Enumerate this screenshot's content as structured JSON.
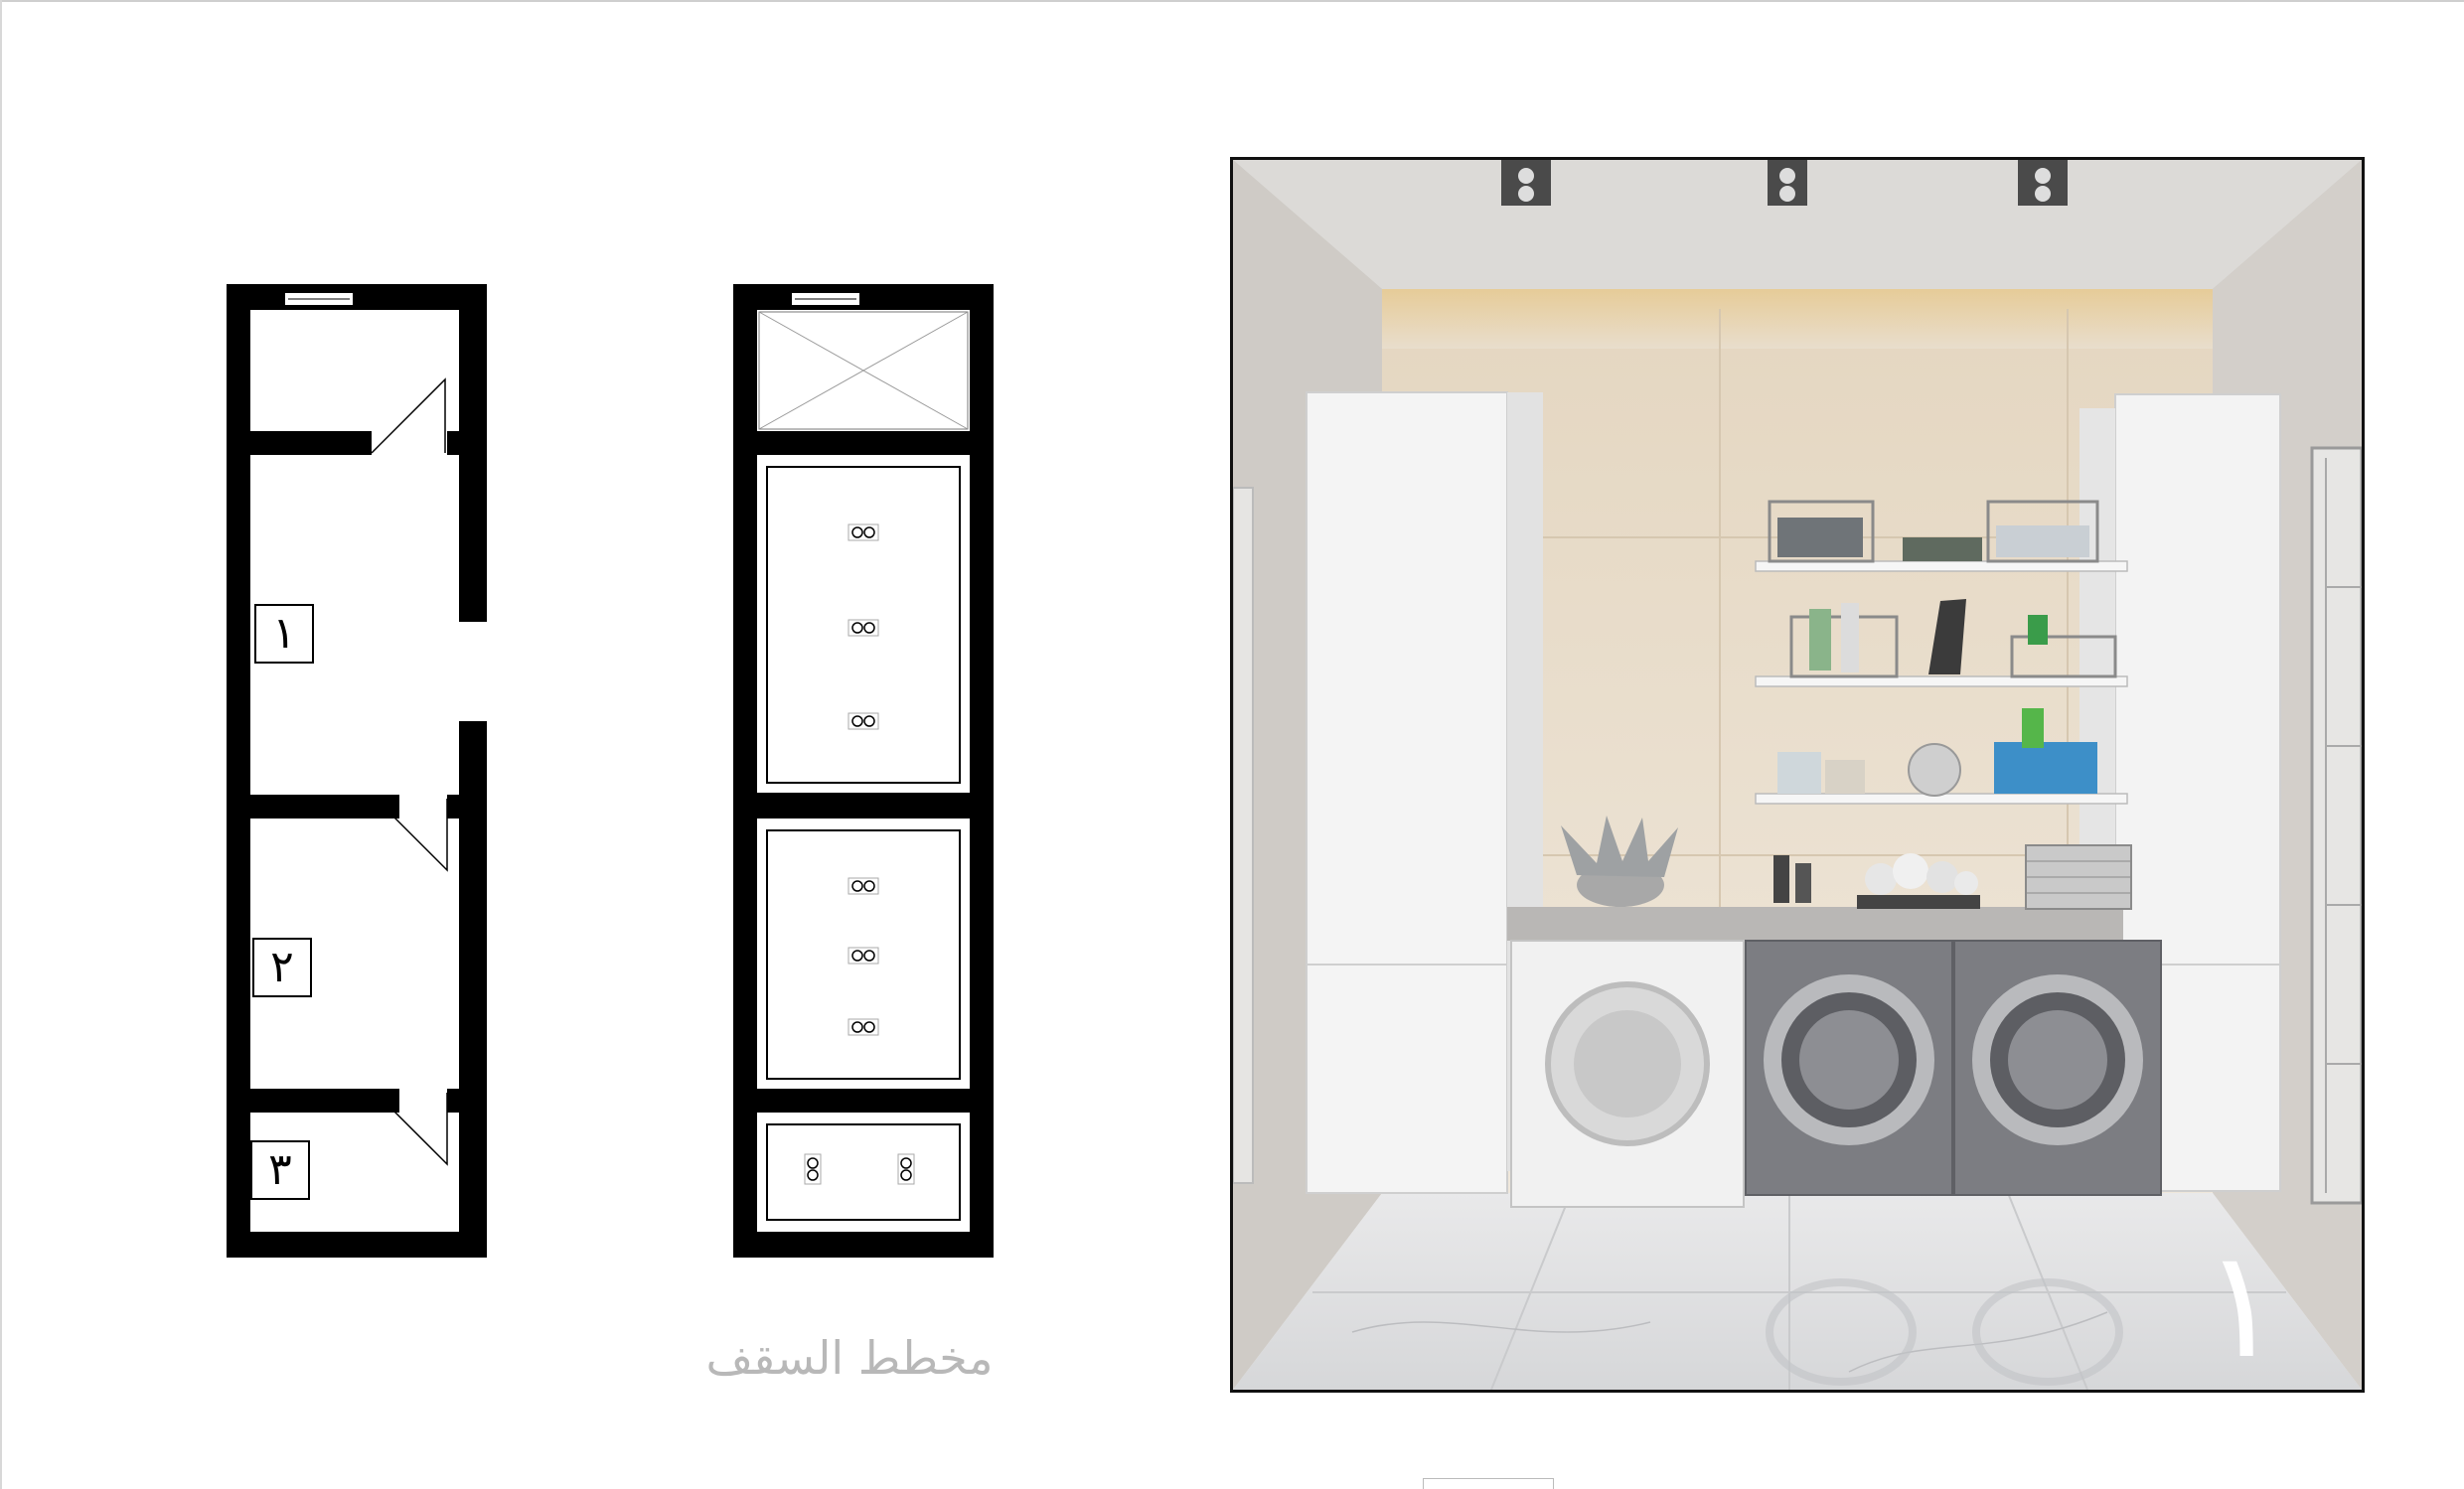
{
  "floor_plan": {
    "room_labels": [
      "١",
      "٢",
      "٣"
    ]
  },
  "ceiling_plan": {
    "caption": "مخطط السقف"
  },
  "render": {
    "view_number": "١"
  }
}
